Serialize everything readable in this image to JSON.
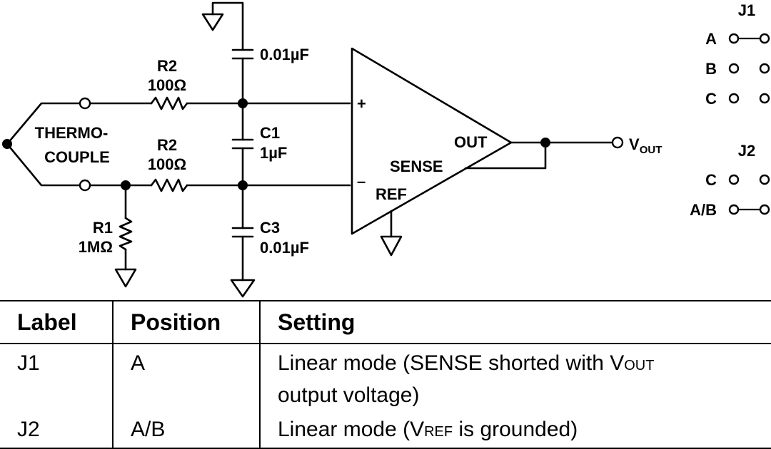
{
  "schematic": {
    "thermocouple_line1": "THERMO-",
    "thermocouple_line2": "COUPLE",
    "r2_top_name": "R2",
    "r2_top_value": "100Ω",
    "r2_bottom_name": "R2",
    "r2_bottom_value": "100Ω",
    "r1_name": "R1",
    "r1_value": "1MΩ",
    "c_top_value": "0.01µF",
    "c1_name": "C1",
    "c1_value": "1µF",
    "c3_name": "C3",
    "c3_value": "0.01µF",
    "plus": "+",
    "minus": "–",
    "out": "OUT",
    "sense": "SENSE",
    "ref": "REF",
    "vout_main": "V",
    "vout_sub": "OUT"
  },
  "jumpers": {
    "j1_title": "J1",
    "j1_a": "A",
    "j1_b": "B",
    "j1_c": "C",
    "j2_title": "J2",
    "j2_c": "C",
    "j2_ab": "A/B"
  },
  "table": {
    "headers": [
      "Label",
      "Position",
      "Setting"
    ],
    "rows": [
      {
        "label": "J1",
        "position": "A",
        "setting_line1_prefix": "Linear mode (SENSE shorted with V",
        "setting_line1_sub": "OUT",
        "setting_line2": "output voltage)"
      },
      {
        "label": "J2",
        "position": "A/B",
        "setting_prefix": "Linear mode (V",
        "setting_sub": "REF",
        "setting_suffix": " is grounded)"
      }
    ]
  }
}
